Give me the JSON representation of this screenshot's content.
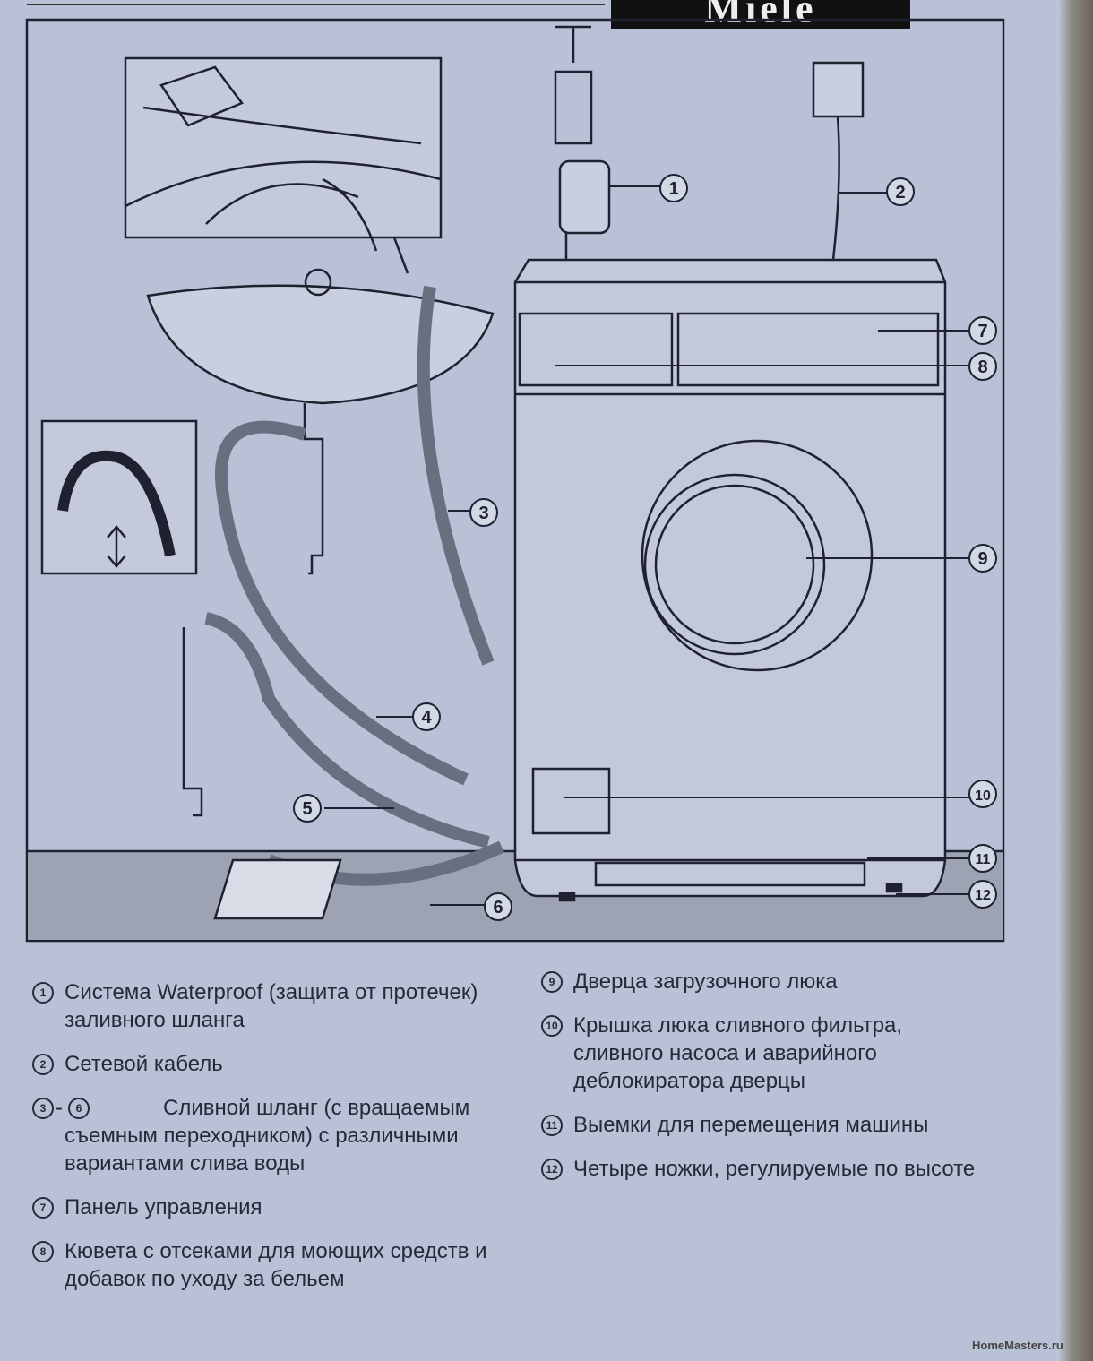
{
  "logo_text": "Miele",
  "callouts": [
    "1",
    "2",
    "3",
    "4",
    "5",
    "6",
    "7",
    "8",
    "9",
    "10",
    "11",
    "12"
  ],
  "legend_left": [
    {
      "num": "1",
      "text": "Система Waterproof (защита от протечек) заливного шланга"
    },
    {
      "num": "2",
      "text": "Сетевой кабель"
    },
    {
      "num": "3",
      "num_to": "6",
      "sep": "-",
      "text": "Сливной шланг (с вращаемым съемным переходником) с различными вариантами слива воды"
    },
    {
      "num": "7",
      "text": "Панель управления"
    },
    {
      "num": "8",
      "text": "Кювета с отсеками для моющих средств и добавок по уходу за бельем"
    }
  ],
  "legend_right": [
    {
      "num": "9",
      "text": "Дверца загрузочного люка"
    },
    {
      "num": "10",
      "text": "Крышка люка сливного фильтра, сливного насоса и аварийного деблокиратора дверцы"
    },
    {
      "num": "11",
      "text": "Выемки для перемещения машины"
    },
    {
      "num": "12",
      "text": "Четыре ножки, регулируемые по высоте"
    }
  ],
  "watermark": "HomeMasters.ru",
  "colors": {
    "paper": "#b9c1d6",
    "floor": "#9ea3b3",
    "ink": "#1e2230"
  }
}
